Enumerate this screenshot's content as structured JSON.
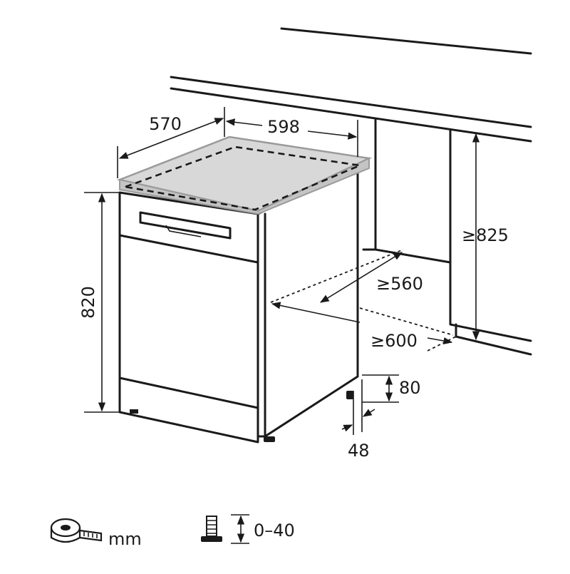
{
  "dimensions": {
    "depth": "570",
    "width": "598",
    "height": "820",
    "niche_height": "≥825",
    "niche_depth": "≥560",
    "niche_width": "≥600",
    "plinth_height": "80",
    "plinth_depth": "48"
  },
  "legend": {
    "unit": "mm",
    "feet_adjust": "0–40"
  },
  "icons": {
    "unit_icon": "tape-measure-icon",
    "feet_icon": "adjustable-foot-icon"
  }
}
